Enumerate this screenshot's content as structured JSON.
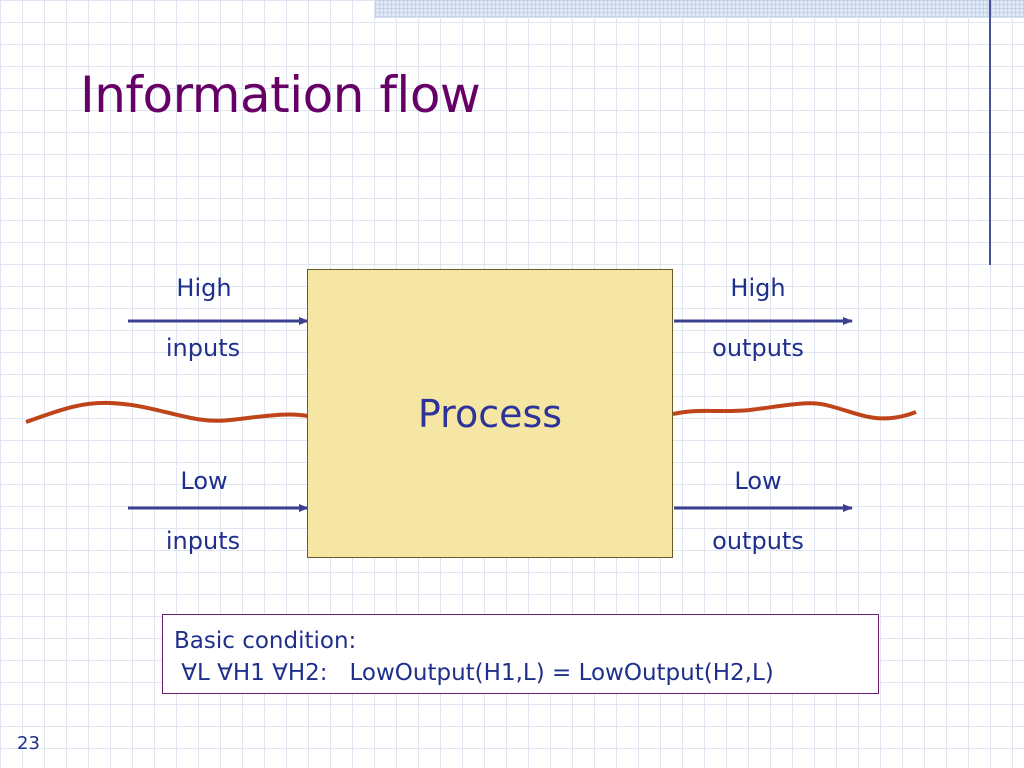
{
  "slide": {
    "title": "Information flow",
    "number": "23"
  },
  "diagram": {
    "process_label": "Process",
    "left": {
      "high_line1": "High",
      "high_line2": "inputs",
      "low_line1": "Low",
      "low_line2": "inputs"
    },
    "right": {
      "high_line1": "High",
      "high_line2": "outputs",
      "low_line1": "Low",
      "low_line2": "outputs"
    }
  },
  "condition": {
    "heading": "Basic condition:",
    "formula": " ∀L ∀H1 ∀H2:   LowOutput(H1,L) = LowOutput(H2,L)"
  },
  "colors": {
    "title": "#660066",
    "text": "#1f2f8c",
    "arrow": "#3b3f8f",
    "wave": "#c0441a",
    "process_fill": "#f5e7a3"
  }
}
